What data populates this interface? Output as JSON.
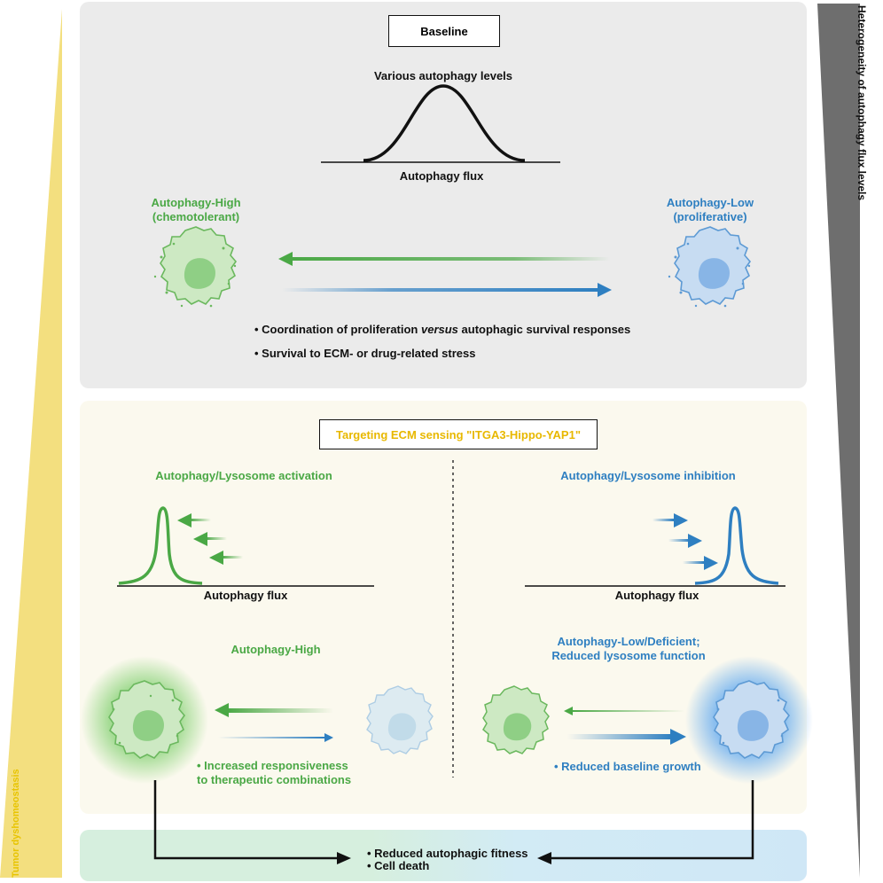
{
  "left_bar_label": "Tumor dyshomeostasis",
  "right_bar_label": "Heterogeneity of autophagy flux levels",
  "baseline": {
    "box_label": "Baseline",
    "curve_title": "Various autophagy levels",
    "axis_label": "Autophagy flux",
    "cell_high_label": "Autophagy-High",
    "cell_high_sublabel": "(chemotolerant)",
    "cell_low_label": "Autophagy-Low",
    "cell_low_sublabel": "(proliferative)",
    "bullet1_pre": "• Coordination of proliferation ",
    "bullet1_em": "versus",
    "bullet1_post": " autophagic survival responses",
    "bullet2": "• Survival to ECM- or drug-related stress"
  },
  "targeting": {
    "box_label": "Targeting ECM sensing \"ITGA3-Hippo-YAP1\"",
    "left_title": "Autophagy/Lysosome activation",
    "left_axis_label": "Autophagy flux",
    "left_cell_label": "Autophagy-High",
    "left_bullet_line1": "• Increased responsiveness",
    "left_bullet_line2": "to therapeutic combinations",
    "right_title": "Autophagy/Lysosome inhibition",
    "right_axis_label": "Autophagy flux",
    "right_cell_label_line1": "Autophagy-Low/Deficient;",
    "right_cell_label_line2": "Reduced lysosome function",
    "right_bullet": "• Reduced baseline growth"
  },
  "outcome": {
    "line1": "• Reduced autophagic fitness",
    "line2": "• Cell death"
  },
  "colors": {
    "green": "#4aa845",
    "blue": "#2e7fc1",
    "gold": "#e8b800",
    "grey_bar": "#6e6e6e",
    "yellow_bar": "#f3df7f"
  }
}
